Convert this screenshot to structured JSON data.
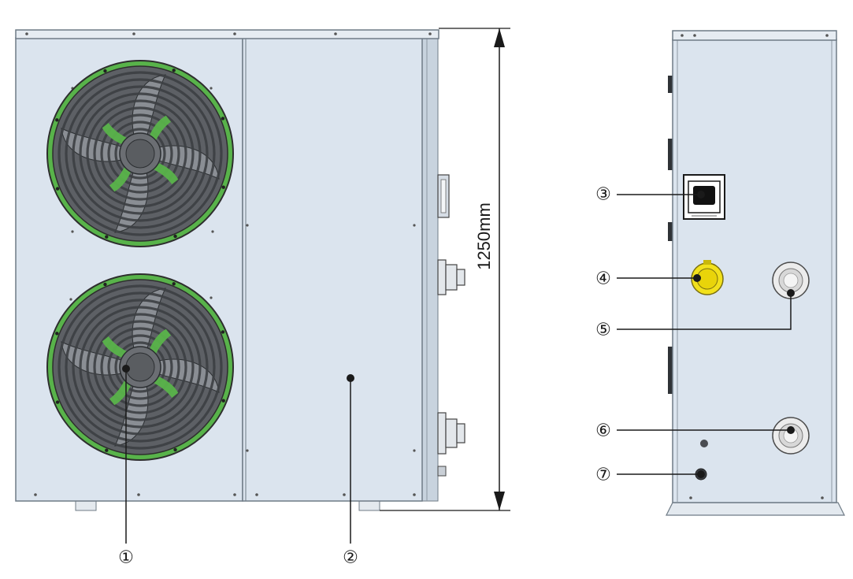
{
  "dimension": {
    "height_label": "1250mm"
  },
  "callouts": [
    {
      "id": "1",
      "symbol": "①"
    },
    {
      "id": "2",
      "symbol": "②"
    },
    {
      "id": "3",
      "symbol": "③"
    },
    {
      "id": "4",
      "symbol": "④"
    },
    {
      "id": "5",
      "symbol": "⑤"
    },
    {
      "id": "6",
      "symbol": "⑥"
    },
    {
      "id": "7",
      "symbol": "⑦"
    }
  ],
  "colors": {
    "panel": "#dbe4ee",
    "panel_edge": "#6f7b86",
    "frame": "#c3ced9",
    "fan_ring": "#58b34a",
    "fan_blade": "#5d6065",
    "fan_grille": "#3c3f43",
    "connector_yellow": "#f2e11c",
    "line": "#1a1a1a"
  }
}
